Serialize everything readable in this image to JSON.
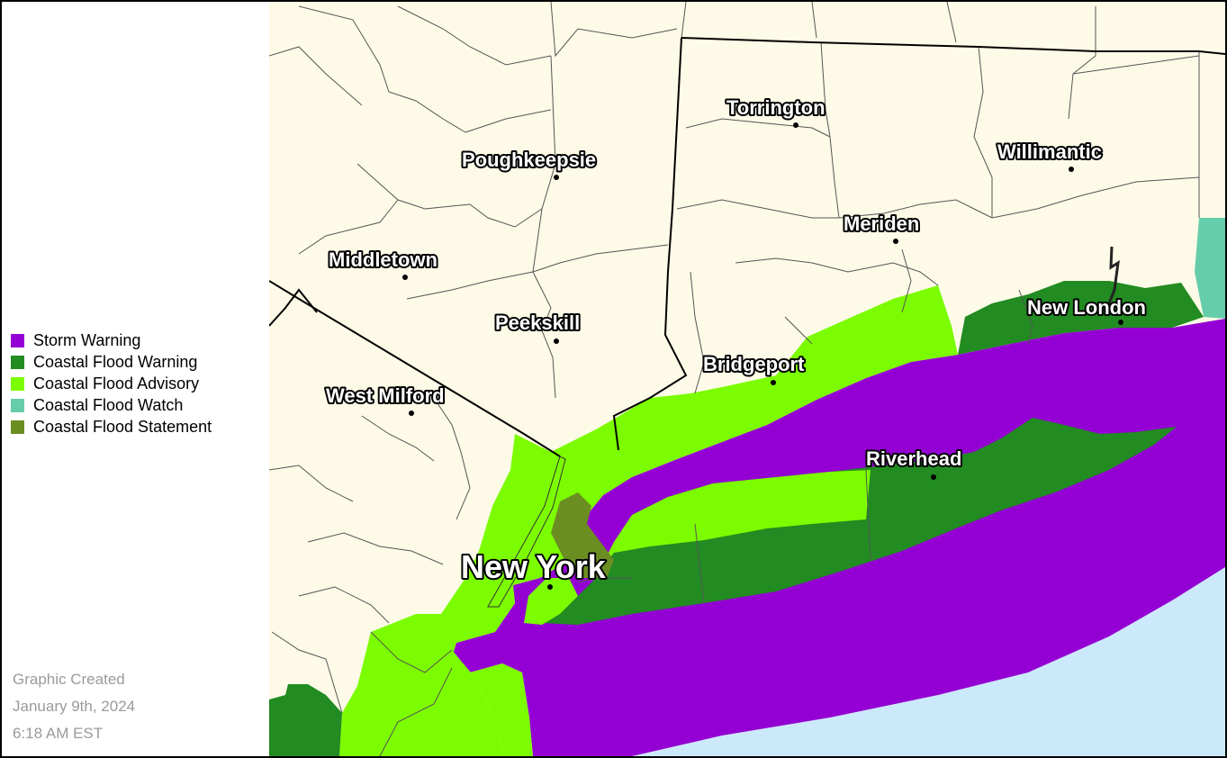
{
  "colors": {
    "land": "#fdfae7",
    "ocean": "#cce9fb",
    "storm_warning": "#9400d3",
    "coastal_flood_warning": "#228b22",
    "coastal_flood_advisory": "#7cfc00",
    "coastal_flood_watch": "#66cdaa",
    "coastal_flood_statement": "#6b8e23",
    "boundary": "#555555",
    "state_line": "#000000"
  },
  "legend": {
    "items": [
      {
        "label": "Storm Warning",
        "color": "#9400d3"
      },
      {
        "label": "Coastal Flood Warning",
        "color": "#228b22"
      },
      {
        "label": "Coastal Flood Advisory",
        "color": "#7cfc00"
      },
      {
        "label": "Coastal Flood Watch",
        "color": "#66cdaa"
      },
      {
        "label": "Coastal Flood Statement",
        "color": "#6b8e23"
      }
    ]
  },
  "created": {
    "line1": "Graphic Created",
    "line2": "January 9th, 2024",
    "line3": "6:18 AM EST"
  },
  "cities": {
    "torrington": "Torrington",
    "willimantic": "Willimantic",
    "poughkeepsie": "Poughkeepsie",
    "meriden": "Meriden",
    "middletown": "Middletown",
    "new_london": "New London",
    "peekskill": "Peekskill",
    "bridgeport": "Bridgeport",
    "west_milford": "West Milford",
    "riverhead": "Riverhead",
    "new_york": "New York"
  }
}
